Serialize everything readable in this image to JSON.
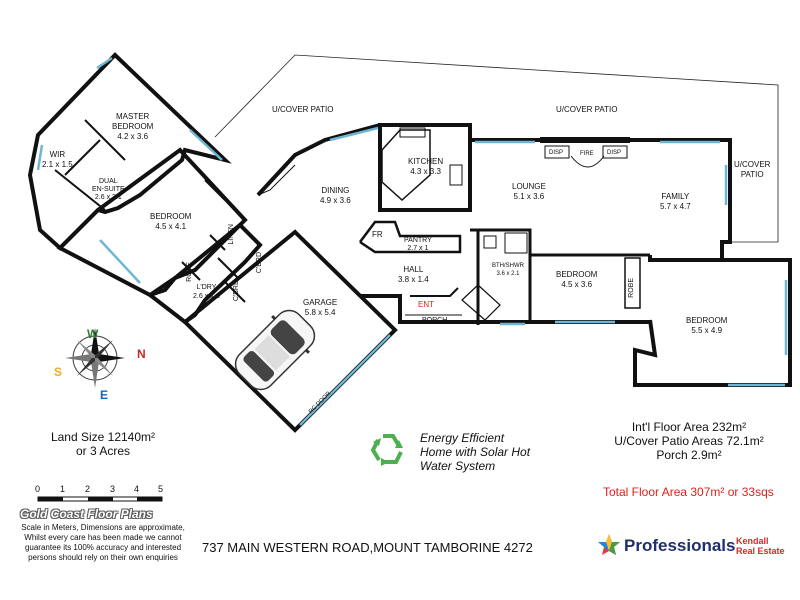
{
  "rooms": {
    "master_bedroom": {
      "name": "MASTER\nBEDROOM",
      "dims": "4.2 x 3.6"
    },
    "wir": {
      "name": "WIR",
      "dims": "2.1 x 1.5"
    },
    "ensuite": {
      "name": "DUAL\nEN-SUITE",
      "dims": "2.6 x 2.1"
    },
    "bedroom_left": {
      "name": "BEDROOM",
      "dims": "4.5 x 4.1"
    },
    "linen": {
      "name": "LINEN"
    },
    "robe_left": {
      "name": "ROBE"
    },
    "cbrd_1": {
      "name": "C'BRD"
    },
    "cbrd_2": {
      "name": "C'BRD"
    },
    "ldry": {
      "name": "L'DRY",
      "dims": "2.6 x 1.8"
    },
    "garage": {
      "name": "GARAGE",
      "dims": "5.8 x 5.4"
    },
    "rc_door": {
      "name": "RC DOOR"
    },
    "dining": {
      "name": "DINING",
      "dims": "4.9 x 3.6"
    },
    "kitchen": {
      "name": "KITCHEN",
      "dims": "4.3 x 3.3"
    },
    "fr": {
      "name": "FR"
    },
    "pantry": {
      "name": "PANTRY",
      "dims": "2.7 x 1"
    },
    "hall": {
      "name": "HALL",
      "dims": "3.8 x 1.4"
    },
    "ent": {
      "name": "ENT"
    },
    "porch": {
      "name": "PORCH"
    },
    "lounge": {
      "name": "LOUNGE",
      "dims": "5.1 x 3.6"
    },
    "family": {
      "name": "FAMILY",
      "dims": "5.7 x 4.7"
    },
    "bth": {
      "name": "BTH/SHWR",
      "dims": "3.6 x 2.1"
    },
    "bedroom_mid": {
      "name": "BEDROOM",
      "dims": "4.5 x 3.6"
    },
    "robe_right": {
      "name": "ROBE"
    },
    "bedroom_right": {
      "name": "BEDROOM",
      "dims": "5.5 x 4.9"
    },
    "patio_left": {
      "name": "U/COVER PATIO"
    },
    "patio_mid": {
      "name": "U/COVER PATIO"
    },
    "patio_right": {
      "name": "U/COVER\nPATIO"
    },
    "disp_1": {
      "name": "DISP"
    },
    "fire": {
      "name": "FIRE"
    },
    "disp_2": {
      "name": "DISP"
    }
  },
  "compass": {
    "n": "N",
    "s": "S",
    "e": "E",
    "w": "W"
  },
  "land_size": {
    "line1": "Land Size 12140m²",
    "line2": "or 3 Acres"
  },
  "energy": {
    "line1": "Energy Efficient",
    "line2": "Home with Solar Hot",
    "line3": "Water System"
  },
  "areas": {
    "internal": "Int'l Floor Area 232m²",
    "patio": "U/Cover Patio Areas 72.1m²",
    "porch": "Porch 2.9m²",
    "total": "Total Floor Area 307m² or 33sqs"
  },
  "scale": {
    "ticks": [
      "0",
      "1",
      "2",
      "3",
      "4",
      "5"
    ]
  },
  "brand": {
    "gold_coast": "Gold Coast Floor Plans",
    "disclaimer": "Scale in Meters, Dimensions are approximate,\nWhilst every care has been made we cannot\nguarantee its 100% accuracy and interested\npersons should rely on their own enquiries",
    "professionals": "Professionals",
    "kendall_1": "Kendall",
    "kendall_2": "Real Estate"
  },
  "address": "737 MAIN WESTERN ROAD,MOUNT TAMBORINE 4272",
  "colors": {
    "total": "#e0201b",
    "energy": "#4caf50",
    "brand_blue": "#1e2f6e",
    "kendall_red": "#d42a2a",
    "glass": "#6fb6d6"
  }
}
